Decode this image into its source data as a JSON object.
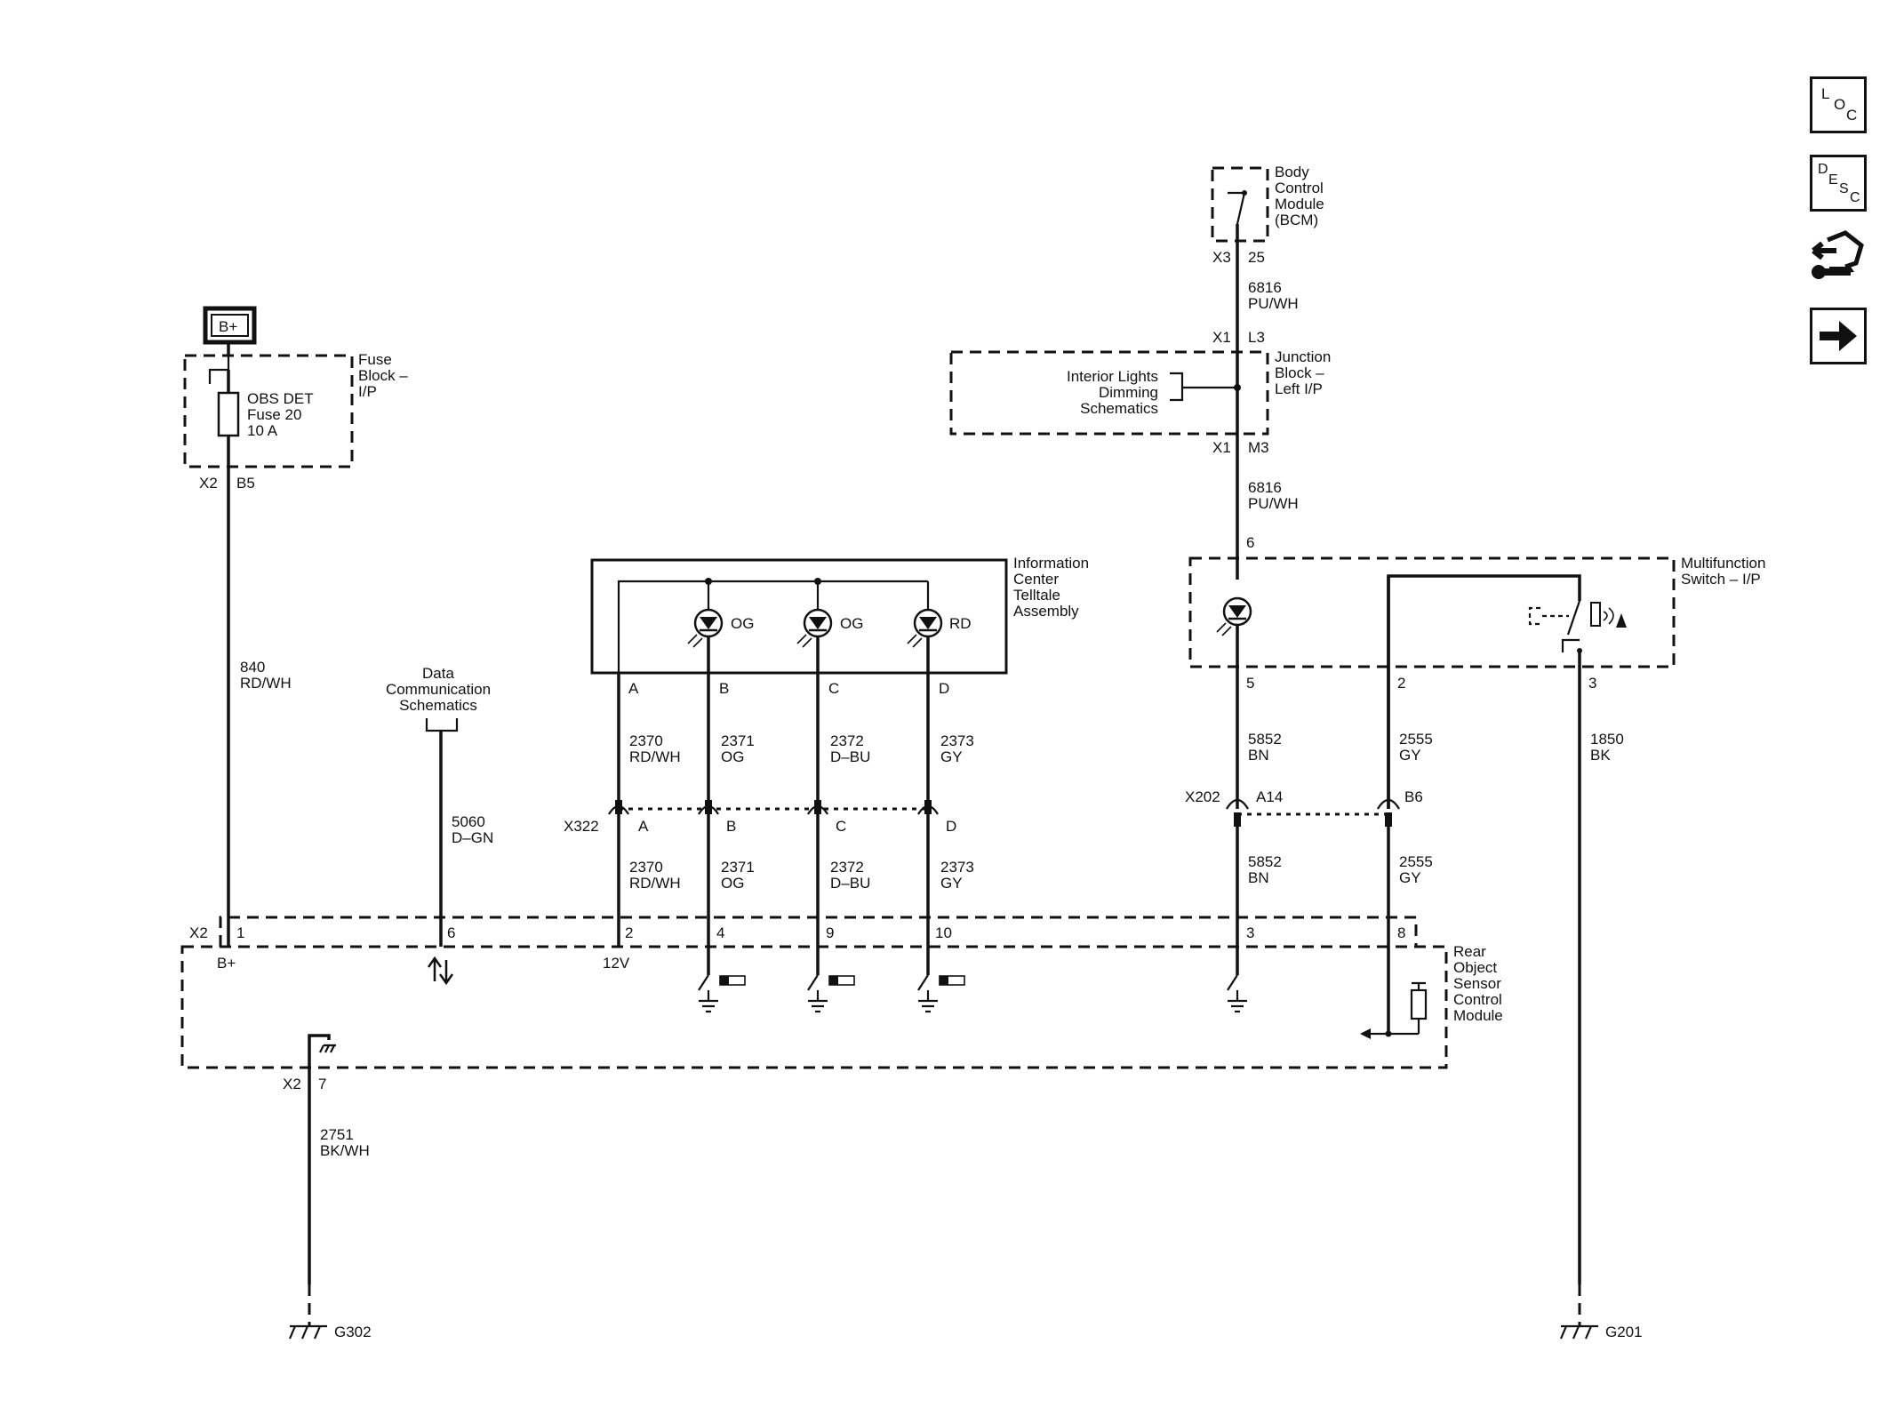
{
  "side_icons": [
    {
      "name": "loc-icon",
      "letters": [
        "L",
        "O",
        "C"
      ]
    },
    {
      "name": "desc-icon",
      "letters": [
        "D",
        "E",
        "S",
        "C"
      ]
    },
    {
      "name": "connector-tool-icon"
    },
    {
      "name": "next-arrow-icon"
    }
  ],
  "components": {
    "battery": "B+",
    "fuse_block": [
      "Fuse",
      "Block –",
      "I/P"
    ],
    "fuse": [
      "OBS DET",
      "Fuse 20",
      "10 A"
    ],
    "bcm": [
      "Body",
      "Control",
      "Module",
      "(BCM)"
    ],
    "junction_block": [
      "Junction",
      "Block –",
      "Left I/P"
    ],
    "interior_lights": [
      "Interior Lights",
      "Dimming",
      "Schematics"
    ],
    "info_center": [
      "Information",
      "Center",
      "Telltale",
      "Assembly"
    ],
    "led_colors": [
      "OG",
      "OG",
      "RD"
    ],
    "multifunction_switch": [
      "Multifunction",
      "Switch – I/P"
    ],
    "data_comm": [
      "Data",
      "Communication",
      "Schematics"
    ],
    "rosm": [
      "Rear",
      "Object",
      "Sensor",
      "Control",
      "Module"
    ],
    "ground_left": "G302",
    "ground_right": "G201"
  },
  "connectors": {
    "fuse_x2": "X2",
    "fuse_b5": "B5",
    "bcm_x3": "X3",
    "bcm_25": "25",
    "jb_x1_top": "X1",
    "jb_l3": "L3",
    "jb_x1_bot": "X1",
    "jb_m3": "M3",
    "mfs_6": "6",
    "mfs_5": "5",
    "mfs_2": "2",
    "mfs_3": "3",
    "ic_a": "A",
    "ic_b": "B",
    "ic_c": "C",
    "ic_d": "D",
    "x322": "X322",
    "x322_a": "A",
    "x322_b": "B",
    "x322_c": "C",
    "x322_d": "D",
    "x202": "X202",
    "x202_a14": "A14",
    "x202_b6": "B6",
    "rosm_x2": "X2",
    "rosm_pins": [
      "1",
      "6",
      "2",
      "4",
      "9",
      "10",
      "3",
      "8"
    ],
    "rosm_b_plus": "B+",
    "rosm_12v": "12V",
    "rosm_x2_bot": "X2",
    "rosm_pin7": "7"
  },
  "wires": {
    "w840": [
      "840",
      "RD/WH"
    ],
    "w5060": [
      "5060",
      "D–GN"
    ],
    "w2370": [
      "2370",
      "RD/WH"
    ],
    "w2371": [
      "2371",
      "OG"
    ],
    "w2372": [
      "2372",
      "D–BU"
    ],
    "w2373": [
      "2373",
      "GY"
    ],
    "w6816a": [
      "6816",
      "PU/WH"
    ],
    "w6816b": [
      "6816",
      "PU/WH"
    ],
    "w5852": [
      "5852",
      "BN"
    ],
    "w2555": [
      "2555",
      "GY"
    ],
    "w1850": [
      "1850",
      "BK"
    ],
    "w2751": [
      "2751",
      "BK/WH"
    ]
  }
}
